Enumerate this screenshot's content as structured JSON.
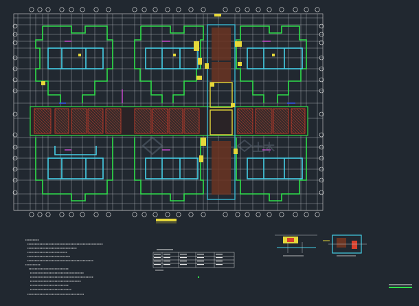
{
  "drawing": {
    "background": "#212830",
    "colors": {
      "grid": "#d8d8d8",
      "wall_green": "#2fe04a",
      "column_cyan": "#45d0e8",
      "core_cyan": "#3ab6d0",
      "slab_yellow": "#e6d83a",
      "hatch_red": "#d8402c",
      "hatch_brown": "#a84a34",
      "accent_magenta": "#d24ad8",
      "accent_blue": "#3a5cff",
      "note_text": "#e8e8e8",
      "watermark": "#5a6472"
    },
    "axis_markers_top": [
      "①",
      "②",
      "③",
      "④",
      "⑤",
      "⑥",
      "⑦",
      "⑧",
      "⑨",
      "⑩",
      "⑪",
      "⑫",
      "⑬",
      "⑭",
      "⑮",
      "⑯",
      "⑰",
      "⑱",
      "⑲",
      "⑳",
      "㉑",
      "㉒",
      "㉓",
      "㉔",
      "㉕",
      "㉖",
      "㉗",
      "㉘",
      "㉙",
      "㉚"
    ],
    "axis_markers_left": [
      "Ⓐ",
      "Ⓑ",
      "Ⓒ",
      "Ⓓ",
      "Ⓔ",
      "Ⓕ",
      "Ⓖ",
      "Ⓗ",
      "Ⓙ",
      "Ⓚ",
      "Ⓛ",
      "Ⓜ",
      "Ⓝ",
      "Ⓟ",
      "Ⓠ",
      "Ⓡ"
    ]
  }
}
